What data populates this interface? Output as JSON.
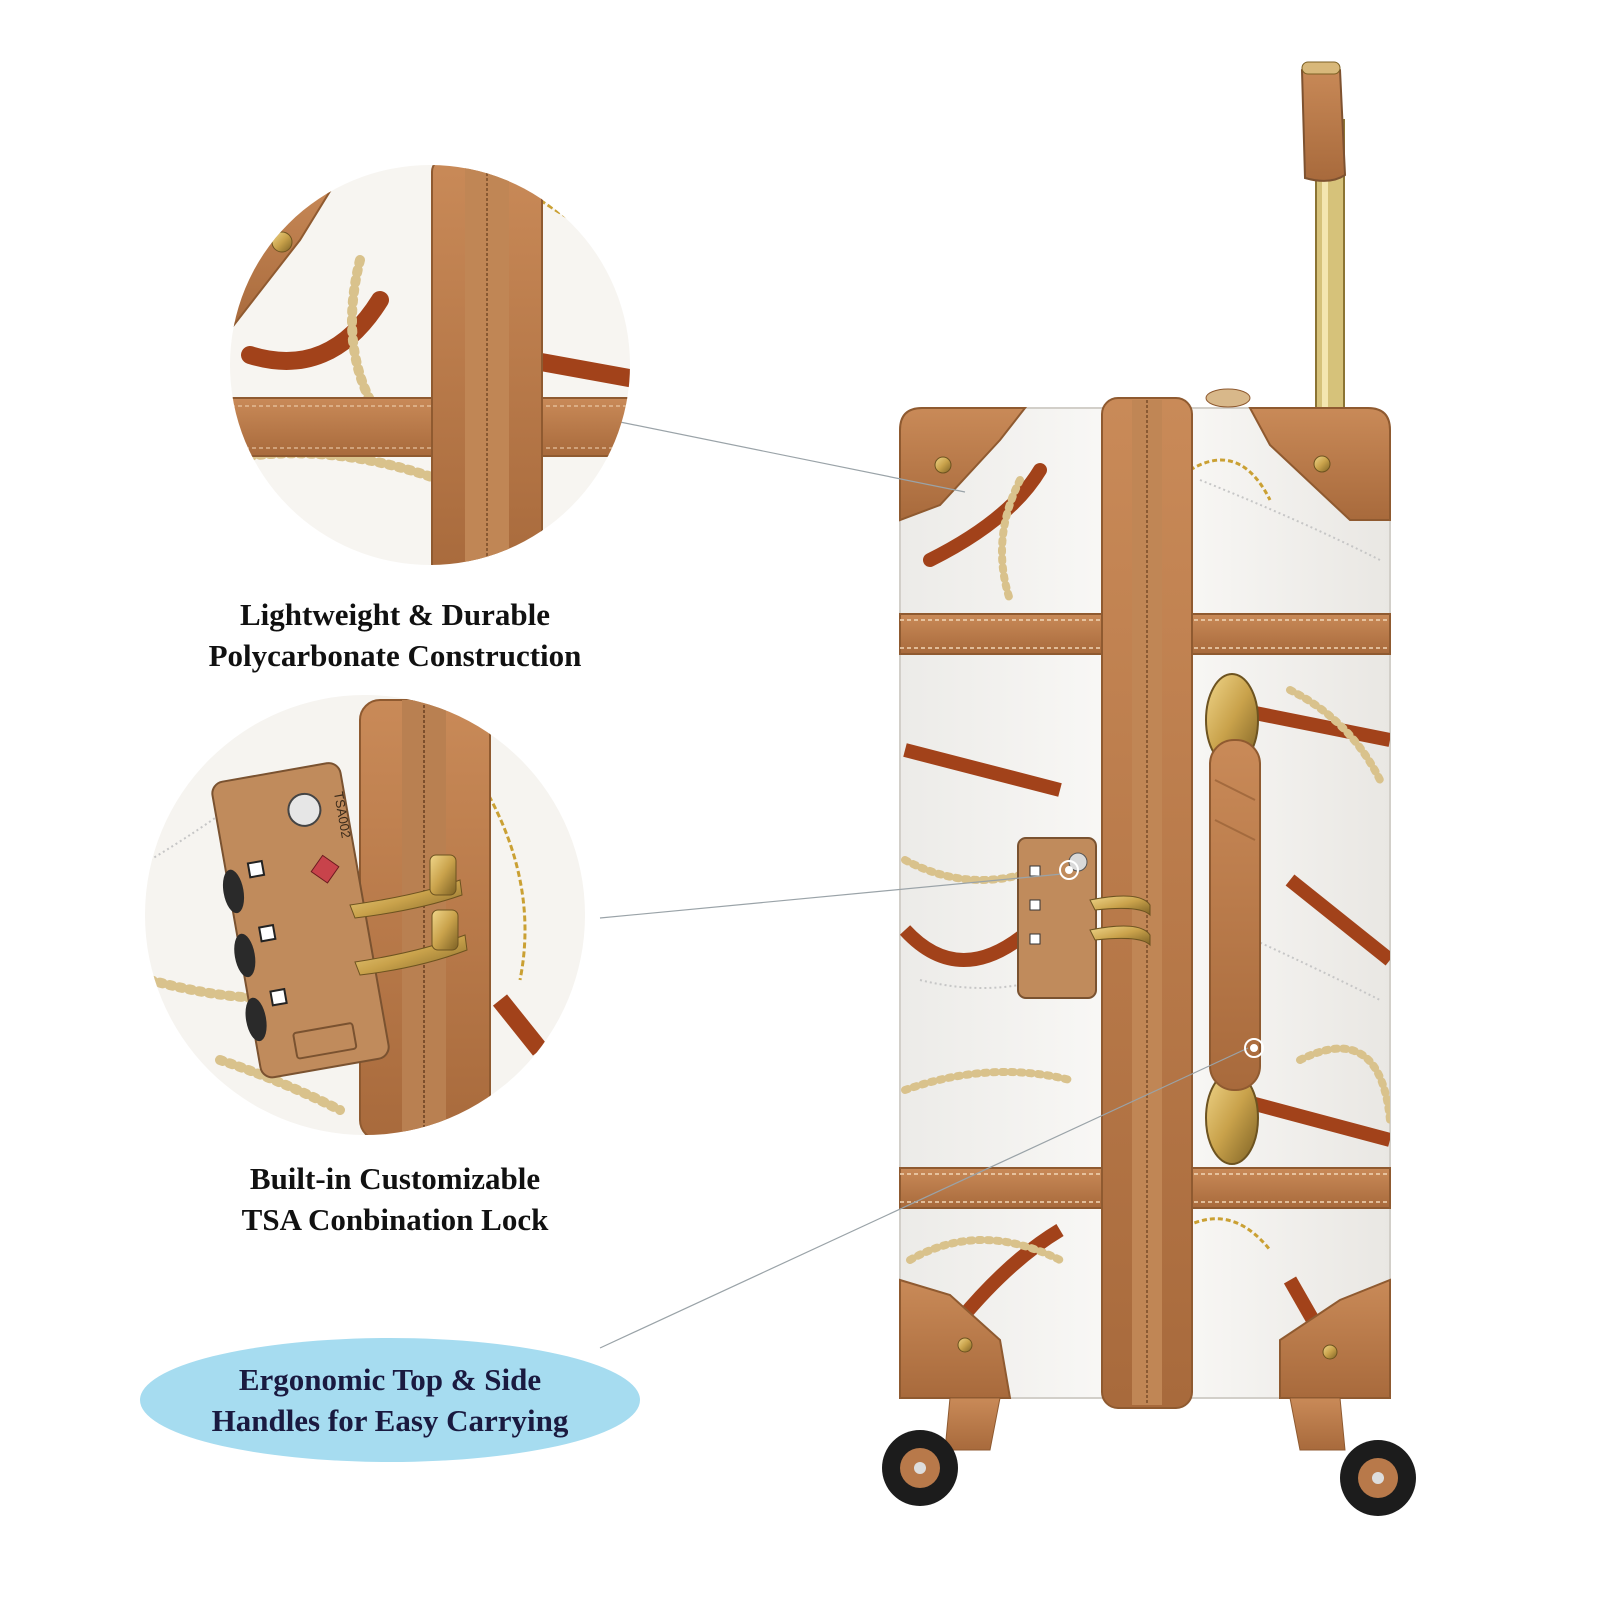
{
  "captions": {
    "construction": {
      "line1": "Lightweight & Durable",
      "line2": "Polycarbonate Construction"
    },
    "lock": {
      "line1": "Built-in Customizable",
      "line2": "TSA Conbination Lock"
    },
    "handles": {
      "line1": "Ergonomic Top & Side",
      "line2": "Handles for Easy Carrying"
    }
  },
  "lock_label": "TSA002",
  "colors": {
    "leather": "#b8794a",
    "leather_dark": "#8f5a30",
    "shell": "#f7f4ef",
    "strap": "#a2421a",
    "gold": "#c9a24b",
    "callout_bubble": "#a6dcf0"
  }
}
